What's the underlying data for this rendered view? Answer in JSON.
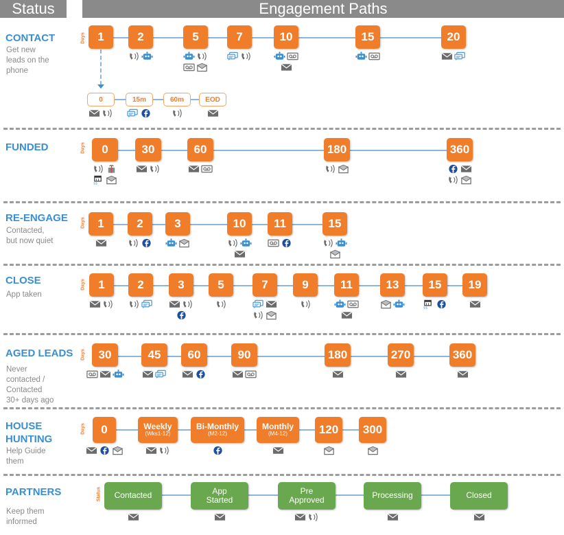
{
  "header": {
    "status": "Status",
    "paths": "Engagement Paths"
  },
  "days_label": "Days",
  "status_label": "Status",
  "colors": {
    "node": "#f07d2a",
    "line": "#8ab6de",
    "title": "#3a8fd1",
    "green": "#6aa84f",
    "header": "#8a8a8a"
  },
  "sections": {
    "contact": {
      "title": "CONTACT",
      "desc": "Get new\nleads on the\nphone",
      "steps": [
        {
          "label": "1",
          "icons": []
        },
        {
          "label": "2",
          "icons": [
            "phone-icon",
            "robot-icon"
          ]
        },
        {
          "label": "5",
          "icons": [
            "robot-icon",
            "phone-icon",
            "voicemail-icon",
            "open-mail-icon"
          ]
        },
        {
          "label": "7",
          "icons": [
            "chat-icon",
            "phone-icon"
          ]
        },
        {
          "label": "10",
          "icons": [
            "robot-icon",
            "voicemail-icon",
            "mail-icon"
          ]
        },
        {
          "label": "15",
          "icons": [
            "robot-icon",
            "voicemail-icon"
          ]
        },
        {
          "label": "20",
          "icons": [
            "mail-icon",
            "chat-icon"
          ]
        }
      ],
      "substeps": [
        {
          "label": "0",
          "icons": [
            "mail-icon",
            "phone-icon"
          ]
        },
        {
          "label": "15m",
          "icons": [
            "chat-icon",
            "facebook-icon"
          ]
        },
        {
          "label": "60m",
          "icons": [
            "phone-icon"
          ]
        },
        {
          "label": "EOD",
          "icons": [
            "mail-icon"
          ]
        }
      ]
    },
    "funded": {
      "title": "FUNDED",
      "desc": "",
      "steps": [
        {
          "label": "0",
          "icons": [
            "phone-icon",
            "gift-icon",
            "calendar-money-icon",
            "open-mail-icon"
          ]
        },
        {
          "label": "30",
          "icons": [
            "mail-icon",
            "phone-icon"
          ]
        },
        {
          "label": "60",
          "icons": [
            "mail-icon",
            "voicemail-icon"
          ]
        },
        {
          "label": "180",
          "icons": [
            "phone-icon",
            "open-mail-icon"
          ]
        },
        {
          "label": "360",
          "icons": [
            "facebook-icon",
            "mail-icon",
            "phone-icon",
            "open-mail-icon"
          ]
        }
      ]
    },
    "reengage": {
      "title": "RE-ENGAGE",
      "desc": "Contacted,\nbut now quiet",
      "steps": [
        {
          "label": "1",
          "icons": [
            "mail-icon"
          ]
        },
        {
          "label": "2",
          "icons": [
            "phone-icon",
            "facebook-icon"
          ]
        },
        {
          "label": "3",
          "icons": [
            "robot-icon",
            "open-mail-icon"
          ]
        },
        {
          "label": "10",
          "icons": [
            "phone-icon",
            "robot-icon",
            "mail-icon"
          ]
        },
        {
          "label": "11",
          "icons": [
            "voicemail-icon",
            "facebook-icon"
          ]
        },
        {
          "label": "15",
          "icons": [
            "phone-icon",
            "robot-icon",
            "open-mail-icon"
          ]
        }
      ]
    },
    "close": {
      "title": "CLOSE",
      "desc": "App taken",
      "steps": [
        {
          "label": "1",
          "icons": [
            "mail-icon",
            "phone-icon"
          ]
        },
        {
          "label": "2",
          "icons": [
            "phone-icon",
            "chat-icon"
          ]
        },
        {
          "label": "3",
          "icons": [
            "mail-icon",
            "phone-icon",
            "facebook-icon"
          ]
        },
        {
          "label": "5",
          "icons": [
            "phone-icon"
          ]
        },
        {
          "label": "7",
          "icons": [
            "chat-icon",
            "mail-icon",
            "phone-icon",
            "open-mail-icon"
          ]
        },
        {
          "label": "9",
          "icons": [
            "phone-icon"
          ]
        },
        {
          "label": "11",
          "icons": [
            "robot-icon",
            "voicemail-icon",
            "mail-icon"
          ]
        },
        {
          "label": "13",
          "icons": [
            "open-mail-icon",
            "robot-icon"
          ]
        },
        {
          "label": "15",
          "icons": [
            "calendar-money-icon",
            "facebook-icon"
          ]
        },
        {
          "label": "19",
          "icons": [
            "mail-icon"
          ]
        }
      ]
    },
    "aged": {
      "title": "AGED LEADS",
      "desc": "Never\ncontacted /\nContacted\n30+ days ago",
      "steps": [
        {
          "label": "30",
          "icons": [
            "voicemail-icon",
            "mail-icon",
            "robot-icon"
          ]
        },
        {
          "label": "45",
          "icons": [
            "mail-icon",
            "chat-icon"
          ]
        },
        {
          "label": "60",
          "icons": [
            "mail-icon",
            "facebook-icon"
          ]
        },
        {
          "label": "90",
          "icons": [
            "mail-icon",
            "voicemail-icon"
          ]
        },
        {
          "label": "180",
          "icons": [
            "mail-icon"
          ]
        },
        {
          "label": "270",
          "icons": [
            "mail-icon"
          ]
        },
        {
          "label": "360",
          "icons": [
            "mail-icon"
          ]
        }
      ]
    },
    "house": {
      "title": "HOUSE\nHUNTING",
      "desc": "Help Guide\nthem",
      "steps": [
        {
          "label": "0",
          "sub": "",
          "icons": [
            "mail-icon",
            "facebook-icon",
            "open-mail-icon"
          ]
        },
        {
          "label": "Weekly",
          "sub": "(Wks1-12)",
          "icons": [
            "mail-icon",
            "phone-icon"
          ]
        },
        {
          "label": "Bi-Monthly",
          "sub": "(M2-12)",
          "icons": [
            "facebook-icon"
          ]
        },
        {
          "label": "Monthly",
          "sub": "(M4-12)",
          "icons": [
            "mail-icon"
          ]
        },
        {
          "label": "120",
          "sub": "",
          "icons": [
            "open-mail-icon"
          ]
        },
        {
          "label": "300",
          "sub": "",
          "icons": [
            "open-mail-icon"
          ]
        }
      ]
    },
    "partners": {
      "title": "PARTNERS",
      "desc": "Keep them\ninformed",
      "steps": [
        {
          "label": "Contacted",
          "icons": [
            "mail-icon"
          ]
        },
        {
          "label": "App\nStarted",
          "icons": [
            "mail-icon"
          ]
        },
        {
          "label": "Pre\nApproved",
          "icons": [
            "mail-icon",
            "phone-icon"
          ]
        },
        {
          "label": "Processing",
          "icons": [
            "mail-icon"
          ]
        },
        {
          "label": "Closed",
          "icons": [
            "mail-icon"
          ]
        }
      ]
    }
  }
}
